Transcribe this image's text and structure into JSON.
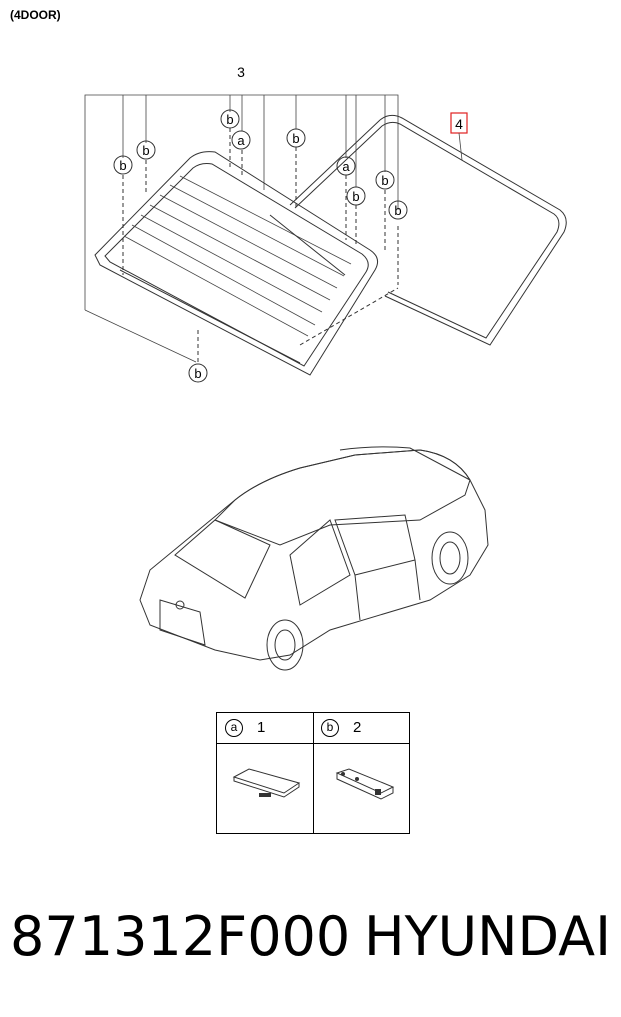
{
  "header": {
    "variant_label": "(4DOOR)"
  },
  "diagram": {
    "part_labels": {
      "assembly": "3",
      "molding": "4"
    },
    "callouts": {
      "a": "a",
      "b": "b"
    }
  },
  "legend": {
    "items": [
      {
        "symbol": "a",
        "number": "1"
      },
      {
        "symbol": "b",
        "number": "2"
      }
    ]
  },
  "footer": {
    "part_number": "871312F000",
    "brand": "HYUNDAI"
  },
  "colors": {
    "callout_box": "#e02020",
    "glass_fill": "#111111",
    "line": "#333333"
  }
}
